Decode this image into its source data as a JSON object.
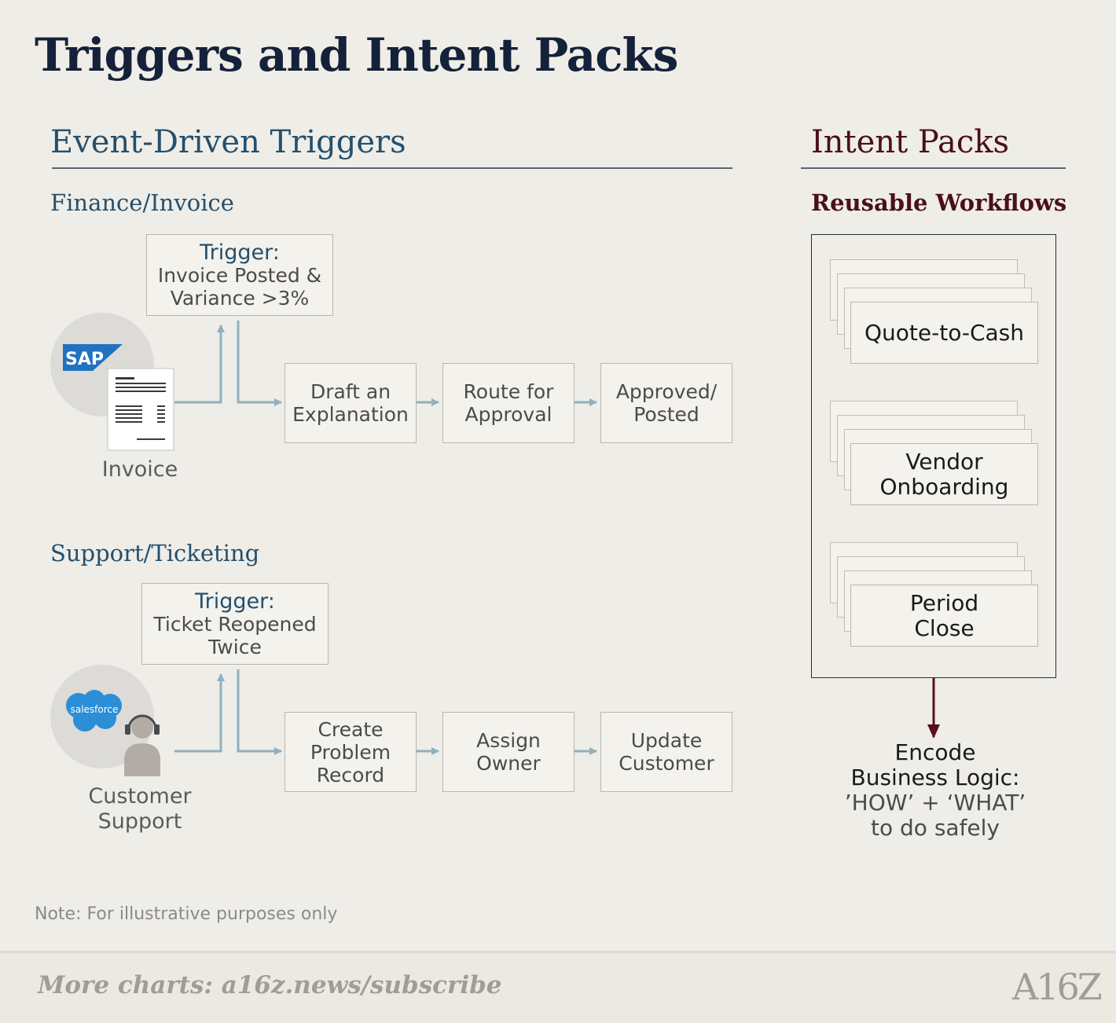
{
  "title": "Triggers and Intent Packs",
  "event_driven": {
    "heading": "Event-Driven Triggers",
    "finance": {
      "label": "Finance/Invoice",
      "trigger_title": "Trigger:",
      "trigger_lines": [
        "Invoice Posted &",
        "Variance >3%"
      ],
      "source_brand": "SAP",
      "source_label": "Invoice",
      "steps": [
        {
          "lines": [
            "Draft an",
            "Explanation"
          ]
        },
        {
          "lines": [
            "Route for",
            "Approval"
          ]
        },
        {
          "lines": [
            "Approved/",
            "Posted"
          ]
        }
      ]
    },
    "support": {
      "label": "Support/Ticketing",
      "trigger_title": "Trigger:",
      "trigger_lines": [
        "Ticket Reopened",
        "Twice"
      ],
      "source_brand": "salesforce",
      "source_label_lines": [
        "Customer",
        "Support"
      ],
      "steps": [
        {
          "lines": [
            "Create",
            "Problem",
            "Record"
          ]
        },
        {
          "lines": [
            "Assign",
            "Owner"
          ]
        },
        {
          "lines": [
            "Update",
            "Customer"
          ]
        }
      ]
    }
  },
  "intent_packs": {
    "heading": "Intent Packs",
    "subheading": "Reusable Workflows",
    "packs": [
      {
        "lines": [
          "Quote-to-Cash"
        ]
      },
      {
        "lines": [
          "Vendor",
          "Onboarding"
        ]
      },
      {
        "lines": [
          "Period",
          "Close"
        ]
      }
    ],
    "outcome_lines": [
      "Encode",
      "Business Logic:",
      "’HOW’ + ‘WHAT’",
      "to do safely"
    ]
  },
  "note": "Note: For illustrative purposes only",
  "footer": {
    "link_text": "More charts: a16z.news/subscribe",
    "logo_text": "A16Z"
  },
  "colors": {
    "background": "#efede7",
    "title": "#14213a",
    "section_blue": "#23506e",
    "section_maroon": "#4a1019",
    "arrow_blue": "#8fb0be",
    "arrow_maroon": "#5a0f1c",
    "sap_blue": "#1f73c0",
    "salesforce_blue": "#2a8fd6"
  }
}
